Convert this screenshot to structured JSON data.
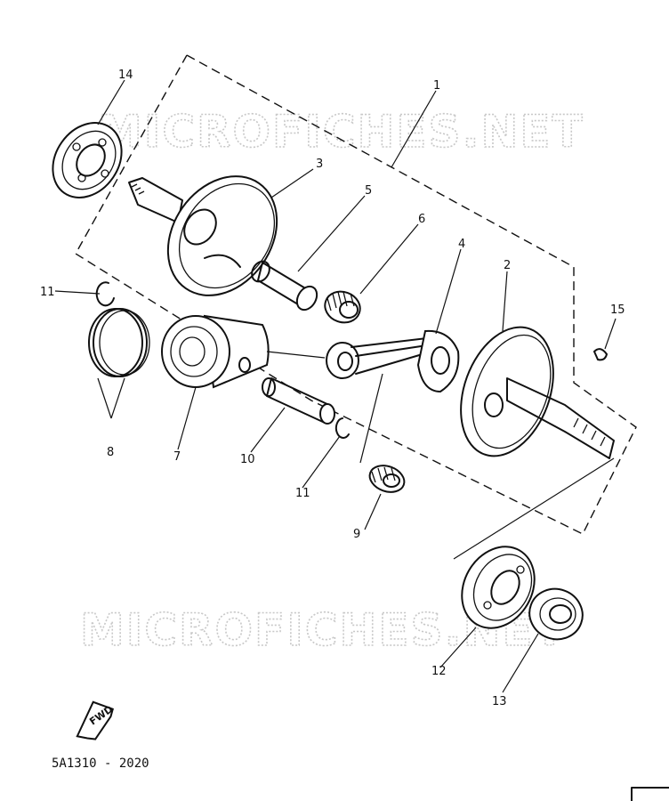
{
  "watermark": "MICROFICHES.NET",
  "drawing_code": "5A1310 - 2020",
  "direction_label": "FWD",
  "callouts": {
    "c1": "1",
    "c2": "2",
    "c3": "3",
    "c4": "4",
    "c5": "5",
    "c6": "6",
    "c7": "7",
    "c8": "8",
    "c9": "9",
    "c10": "10",
    "c11a": "11",
    "c11b": "11",
    "c12": "12",
    "c13": "13",
    "c14": "14",
    "c15": "15"
  }
}
